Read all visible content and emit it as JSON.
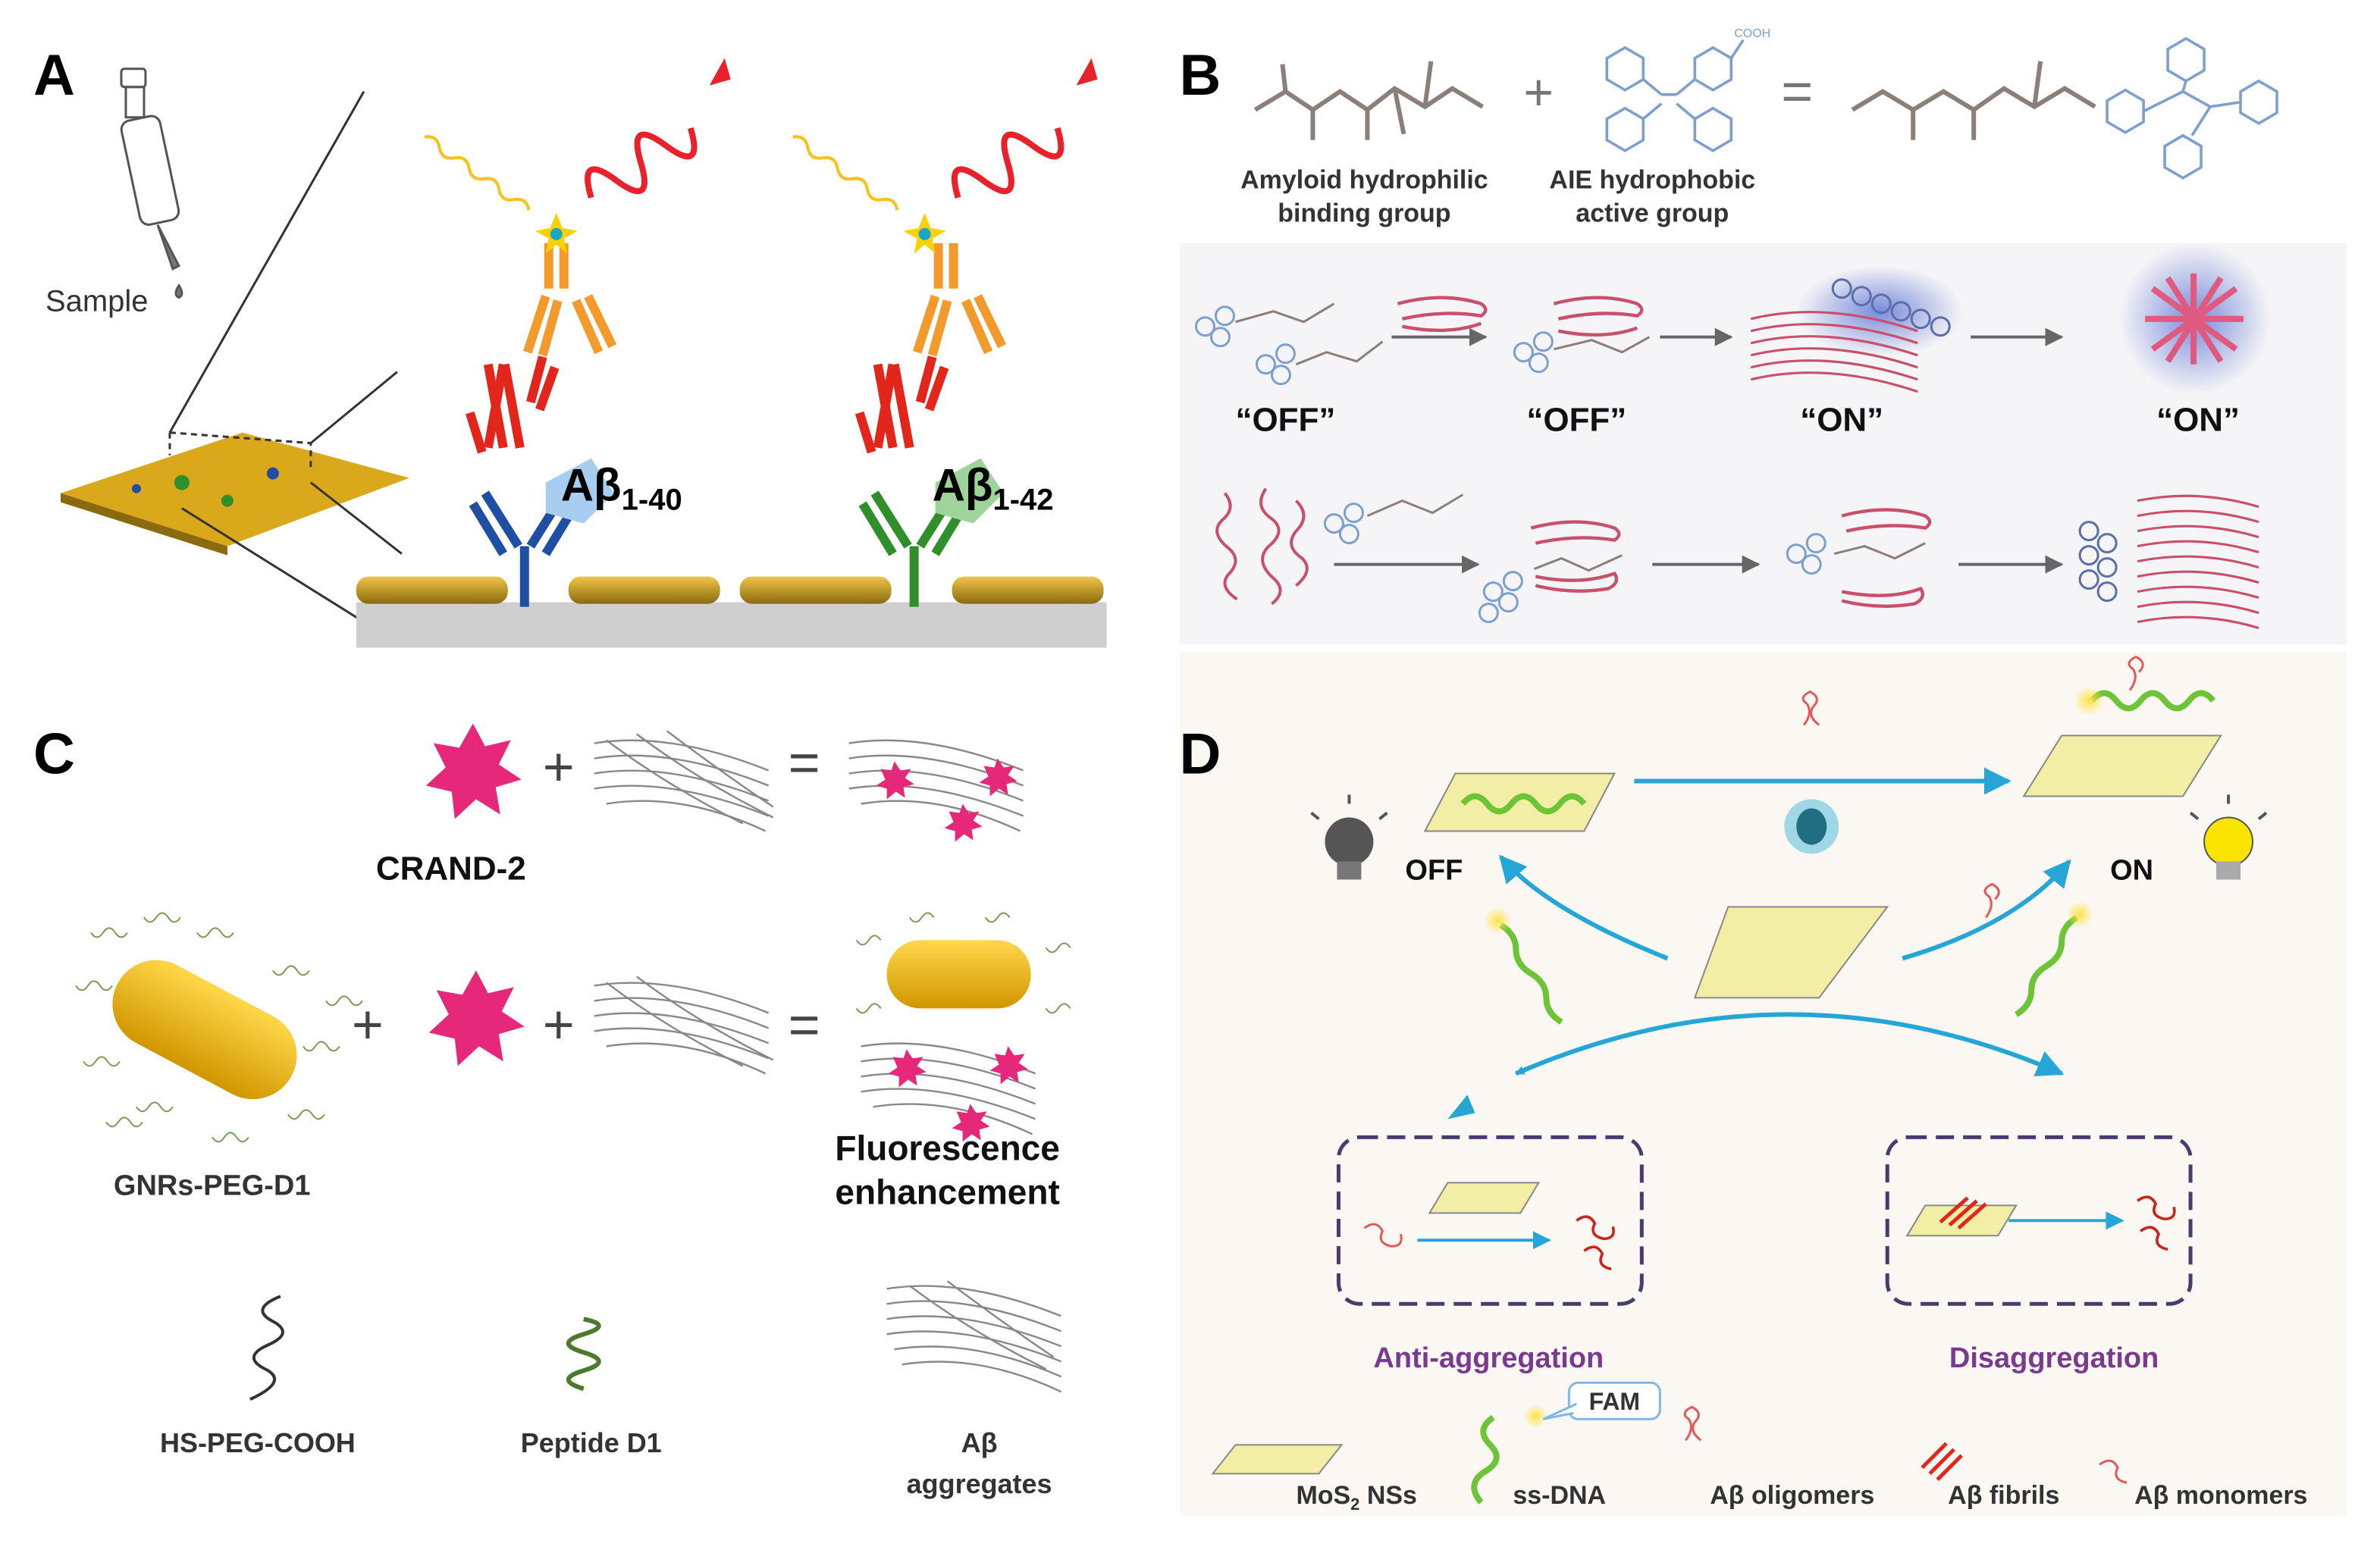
{
  "panels": {
    "a": {
      "letter": "A",
      "sample": "Sample",
      "ab40_main": "Aβ",
      "ab40_sub": "1-40",
      "ab42_main": "Aβ",
      "ab42_sub": "1-42"
    },
    "b": {
      "letter": "B",
      "amyloid_line1": "Amyloid hydrophilic",
      "amyloid_line2": "binding group",
      "aie_line1": "AIE hydrophobic",
      "aie_line2": "active group",
      "cooh": "COOH",
      "off1": "“OFF”",
      "off2": "“OFF”",
      "on1": "“ON”",
      "on2": "“ON”"
    },
    "c": {
      "letter": "C",
      "crand": "CRAND-2",
      "gnrs": "GNRs-PEG-D1",
      "fluor_line1": "Fluorescence",
      "fluor_line2": "enhancement",
      "hs_peg": "HS-PEG-COOH",
      "peptide": "Peptide D1",
      "abagg_line1": "Aβ",
      "abagg_line2": "aggregates"
    },
    "d": {
      "letter": "D",
      "off": "OFF",
      "on": "ON",
      "anti": "Anti-aggregation",
      "disagg": "Disaggregation",
      "fam": "FAM",
      "mos2_main": "MoS",
      "mos2_sub": "2",
      "mos2_tail": " NSs",
      "ssdna": "ss-DNA",
      "oligomers": "Aβ oligomers",
      "fibrils": "Aβ fibrils",
      "monomers": "Aβ monomers"
    }
  },
  "colors": {
    "gold": "#d9a81b",
    "antibody_orange": "#f39a2c",
    "antibody_red": "#e3261b",
    "antibody_blue": "#1f4fa3",
    "antibody_green": "#2f8f2b",
    "wave_red": "#e8212a",
    "molecule_gray": "#8a7f79",
    "aie_blue": "#7da0cf",
    "amyloid_pink": "#c8506d",
    "crand_pink": "#e6287a",
    "gnr_gold": "#f2b705",
    "mos2_yellow": "#f3eea6",
    "dna_green": "#6cc436",
    "arrow_blue": "#25a6d6",
    "purple": "#7a3a8f",
    "bulb_yellow": "#f9e400"
  }
}
